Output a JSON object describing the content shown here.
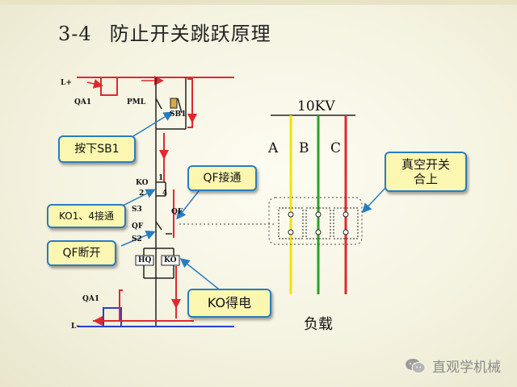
{
  "title": {
    "number": "3-4",
    "text": "防止开关跳跃原理"
  },
  "labels": {
    "l_plus": "L+",
    "l_minus": "L-",
    "qa1_top": "QA1",
    "qa1_bottom": "QA1",
    "pml": "PML",
    "sb1": "SB1",
    "ko": "KO",
    "s3": "S3",
    "qf": "QF",
    "s2": "S2",
    "hq": "HQ",
    "ko_coil": "KO",
    "qf_contact": "QF",
    "contact_1": "1",
    "contact_2": "2",
    "contact_4": "4"
  },
  "callouts": {
    "press_sb1": "按下SB1",
    "qf_on": "QF接通",
    "ko_on": "KO1、4接通",
    "qf_off": "QF断开",
    "ko_energized": "KO得电",
    "vacuum_switch": "真空开关\n合上"
  },
  "right_panel": {
    "voltage": "10KV",
    "phase_a": "A",
    "phase_b": "B",
    "phase_c": "C",
    "load": "负载"
  },
  "colors": {
    "wire": "#222222",
    "red_path": "#e0282e",
    "phase_a": "#f2e400",
    "phase_b": "#2aa12a",
    "phase_c": "#e0282e",
    "callout_border": "#2a7cc0",
    "callout_fill": "#fbf7b0"
  },
  "watermark": {
    "icon": "wechat-icon",
    "text": "直观学机械"
  }
}
